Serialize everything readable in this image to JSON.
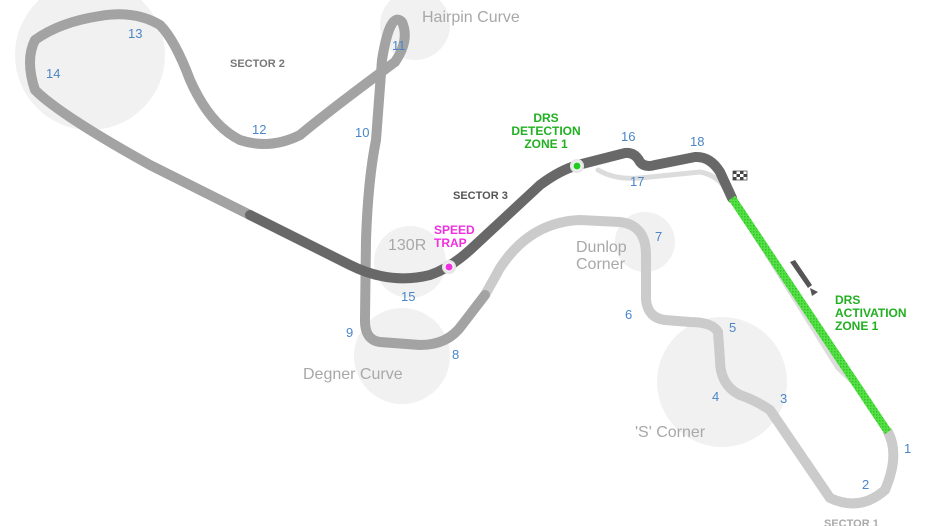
{
  "map": {
    "turns": [
      "1",
      "2",
      "3",
      "4",
      "5",
      "6",
      "7",
      "8",
      "9",
      "10",
      "11",
      "12",
      "13",
      "14",
      "15",
      "16",
      "17",
      "18"
    ],
    "corners": {
      "hairpin": "Hairpin Curve",
      "r130": "130R",
      "dunlop_1": "Dunlop",
      "dunlop_2": "Corner",
      "degner": "Degner Curve",
      "s_corner": "'S' Corner"
    },
    "sectors": {
      "s1": "SECTOR 1",
      "s2": "SECTOR 2",
      "s3": "SECTOR 3"
    },
    "drs_detection": [
      "DRS",
      "DETECTION",
      "ZONE 1"
    ],
    "drs_activation": [
      "DRS",
      "ACTIVATION",
      "ZONE 1"
    ],
    "speed_trap": [
      "SPEED",
      "TRAP"
    ],
    "colors": {
      "sector1": "#cbcbcb",
      "sector2": "#a3a3a3",
      "sector3": "#686868",
      "drs": "#44dd33",
      "turn_label": "#4a86c8",
      "speed_trap": "#f030e0"
    }
  }
}
